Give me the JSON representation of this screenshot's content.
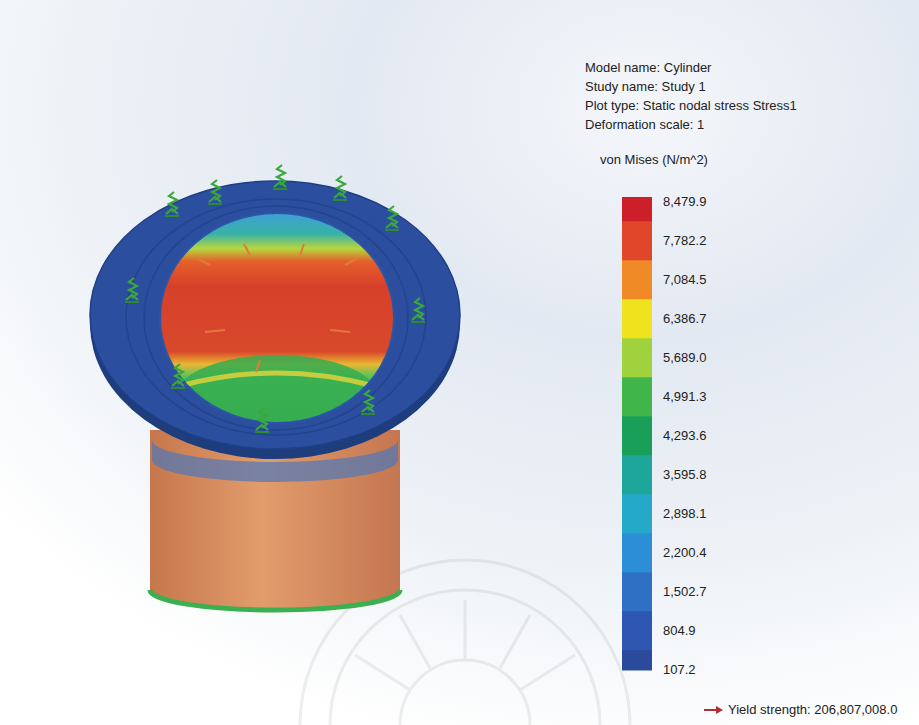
{
  "diagram": {
    "labels": [
      "Model name: Cylinder",
      "Study name: Study 1",
      "Plot type: Static nodal stress Stress1",
      "Deformation scale: 1",
      "von Mises (N/m^2)",
      "Yield strength: 206,807,008.0"
    ],
    "legend": [
      {
        "text": "8,479.9",
        "color": "#cc1f2a"
      },
      {
        "text": "7,782.2",
        "color": "#e2462a"
      },
      {
        "text": "7,084.5",
        "color": "#f08a26"
      },
      {
        "text": "6,386.7",
        "color": "#efe31e"
      },
      {
        "text": "5,689.0",
        "color": "#9fd23c"
      },
      {
        "text": "4,991.3",
        "color": "#3fb54a"
      },
      {
        "text": "4,293.6",
        "color": "#1a9f58"
      },
      {
        "text": "3,595.8",
        "color": "#1fa69a"
      },
      {
        "text": "2,898.1",
        "color": "#25a9c8"
      },
      {
        "text": "2,200.4",
        "color": "#2c8fd6"
      },
      {
        "text": "1,502.7",
        "color": "#2f70c4"
      },
      {
        "text": "804.9",
        "color": "#2d57b0"
      },
      {
        "text": "107.2",
        "color": "#2a4a9c"
      }
    ]
  }
}
